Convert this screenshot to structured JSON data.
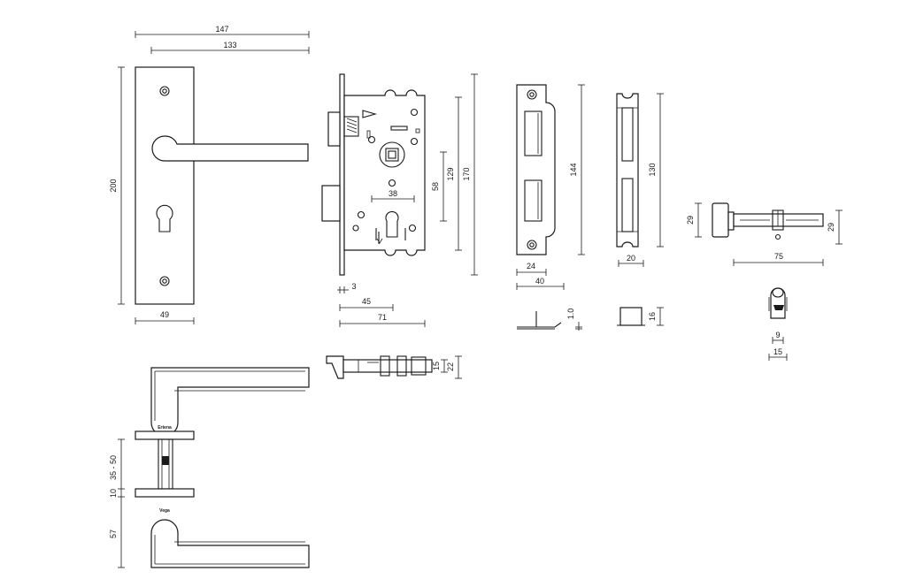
{
  "dimensions": {
    "plate_width_total": "147",
    "plate_width_inner": "133",
    "plate_height": "200",
    "plate_width": "49",
    "body_width_129": "129",
    "body_height_170": "170",
    "keyhole_58": "58",
    "center_38": "38",
    "faceplate_3": "3",
    "backset_45": "45",
    "case_71": "71",
    "bolt_15": "15",
    "bolt_22": "22",
    "strike_height_144": "144",
    "strike_width_24": "24",
    "strike_depth_40": "40",
    "strike_thickness": "1.0",
    "box_height_130": "130",
    "box_width_20": "20",
    "box_depth_16": "16",
    "cyl_left_29": "29",
    "cyl_right_29": "29",
    "cyl_length_75": "75",
    "cyl_9": "9",
    "cyl_15": "15",
    "handle_57": "57",
    "rose_10": "10",
    "door_range": "35 - 50"
  },
  "brand": {
    "rose_mark_top": "Ertena",
    "rose_mark_bottom": "Vega"
  }
}
